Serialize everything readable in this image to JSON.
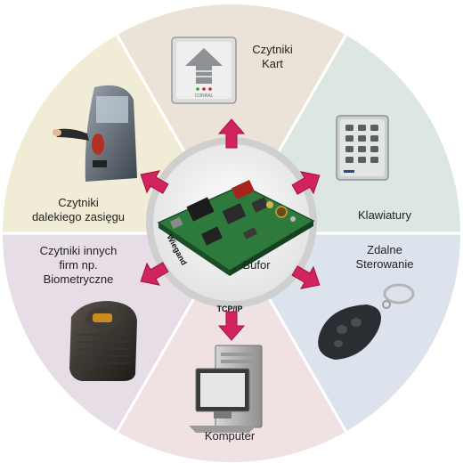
{
  "center": {
    "label": "Bufor"
  },
  "segments": [
    {
      "id": "cards",
      "line1": "Czytniki",
      "line2": "Kart",
      "color": "#ece3d8"
    },
    {
      "id": "keypad",
      "line1": "Klawiatury",
      "line2": "",
      "color": "#dde7e2"
    },
    {
      "id": "remote",
      "line1": "Zdalne",
      "line2": "Sterowanie",
      "color": "#dde3ec"
    },
    {
      "id": "computer",
      "line1": "Komputer",
      "line2": "",
      "color": "#f0e2e2"
    },
    {
      "id": "biometric",
      "line1": "Czytniki innych",
      "line2": "firm np.",
      "line3": "Biometryczne",
      "color": "#e7dde6"
    },
    {
      "id": "longrange",
      "line1": "Czytniki",
      "line2": "dalekiego zasięgu",
      "color": "#f1ecd6"
    }
  ],
  "connectors": {
    "wiegand": "Wiegand",
    "tcpip": "TCP/IP"
  },
  "device_labels": {
    "card_reader_brand": "CORRAL"
  },
  "colors": {
    "arrow": "#d1235e",
    "arrow_dark": "#a4123f",
    "ring": "#d9d9d9",
    "pcb": "#2e7a3c"
  }
}
